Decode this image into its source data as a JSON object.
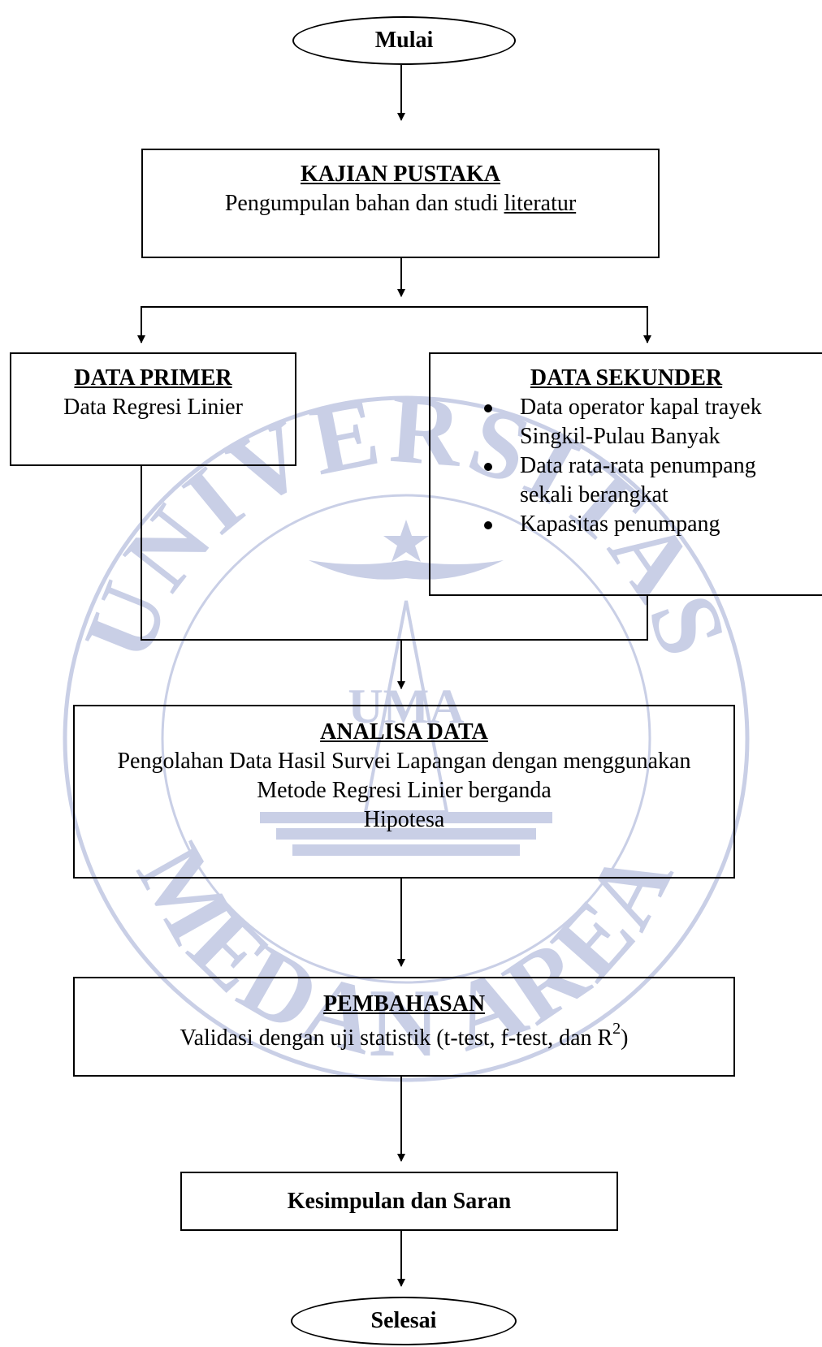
{
  "start": {
    "label": "Mulai"
  },
  "kajian": {
    "title": "KAJIAN PUSTAKA",
    "desc_prefix": "Pengumpulan bahan dan studi ",
    "desc_link": "literatur"
  },
  "primer": {
    "title": "DATA PRIMER",
    "desc": "Data Regresi Linier"
  },
  "sekunder": {
    "title": "DATA SEKUNDER",
    "items": [
      {
        "line1": "Data operator kapal trayek",
        "line2": "Singkil-Pulau Banyak"
      },
      {
        "line1": "Data rata-rata penumpang",
        "line2": "sekali berangkat"
      },
      {
        "line1": "Kapasitas penumpang",
        "line2": ""
      }
    ]
  },
  "analisa": {
    "title": "ANALISA DATA",
    "lines": [
      "Pengolahan Data Hasil Survei Lapangan dengan menggunakan",
      "Metode Regresi Linier berganda",
      "Hipotesa"
    ]
  },
  "pembahasan": {
    "title": "PEMBAHASAN",
    "desc": "Validasi dengan uji statistik (t-test, f-test, dan R",
    "sup": "2",
    "desc_end": ")"
  },
  "kesimpulan": {
    "label": "Kesimpulan dan Saran"
  },
  "end": {
    "label": "Selesai"
  },
  "watermark": {
    "top_text": "UNIVERSITAS",
    "bottom_text": "MEDAN AREA",
    "center_text": "UMA",
    "color": "#c9cfe6"
  }
}
